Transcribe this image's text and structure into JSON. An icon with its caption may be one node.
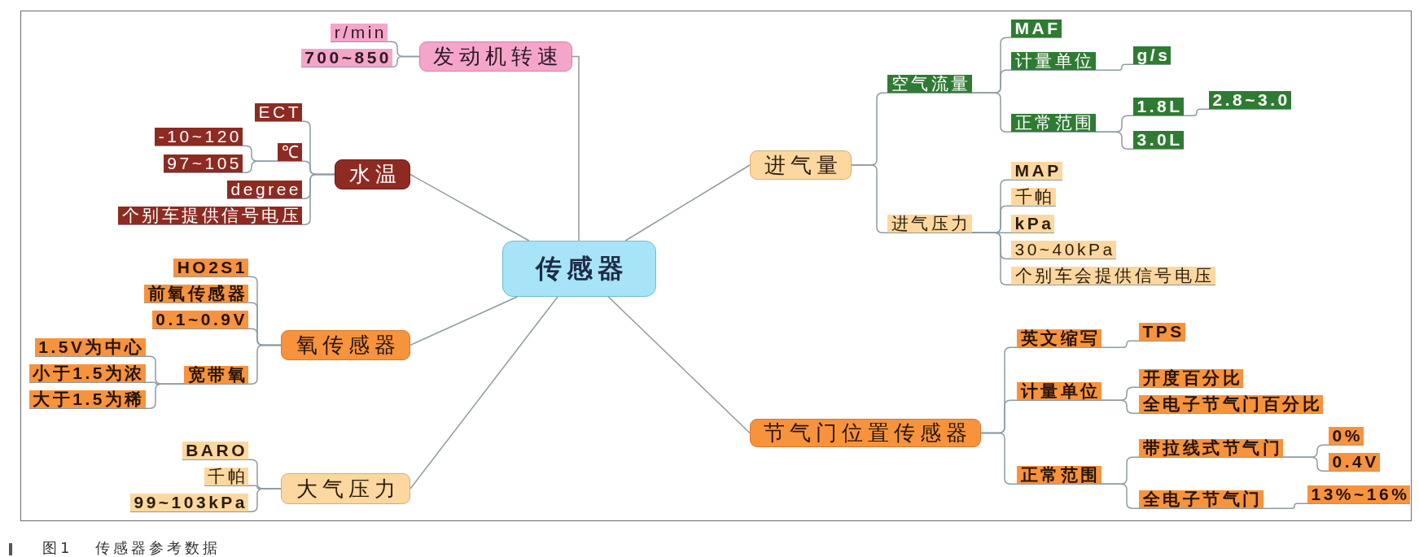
{
  "diagram": {
    "nodes": [
      {
        "text": [
          "传感器"
        ]
      },
      {
        "text": [
          "发动机转速"
        ]
      },
      {
        "text": [
          "r/min"
        ]
      },
      {
        "text": [
          "700~850"
        ]
      },
      {
        "text": [
          "水温"
        ]
      },
      {
        "text": [
          "ECT"
        ]
      },
      {
        "text": [
          "℃"
        ]
      },
      {
        "text": [
          "-10~120"
        ]
      },
      {
        "text": [
          "97~105"
        ]
      },
      {
        "text": [
          "degree"
        ]
      },
      {
        "text": [
          "个别车提供信号电压"
        ]
      },
      {
        "text": [
          "氧传感器"
        ]
      },
      {
        "text": [
          "HO2S1"
        ]
      },
      {
        "text": [
          "前氧传感器"
        ]
      },
      {
        "text": [
          "0.1~0.9V"
        ]
      },
      {
        "text": [
          "宽带氧"
        ]
      },
      {
        "text": [
          "1.5V为中心"
        ]
      },
      {
        "text": [
          "小于1.5为浓"
        ]
      },
      {
        "text": [
          "大于1.5为稀"
        ]
      },
      {
        "text": [
          "大气压力"
        ]
      },
      {
        "text": [
          "BARO"
        ]
      },
      {
        "text": [
          "千帕"
        ]
      },
      {
        "text": [
          "99~103kPa"
        ]
      },
      {
        "text": [
          "进气量"
        ]
      },
      {
        "text": [
          "空气流量"
        ]
      },
      {
        "text": [
          "MAF"
        ]
      },
      {
        "text": [
          "计量单位"
        ]
      },
      {
        "text": [
          "g/s"
        ]
      },
      {
        "text": [
          "正常范围"
        ]
      },
      {
        "text": [
          "1.8L"
        ]
      },
      {
        "text": [
          "2.8~3.0"
        ]
      },
      {
        "text": [
          "3.0L"
        ]
      },
      {
        "text": [
          "进气压力"
        ]
      },
      {
        "text": [
          "MAP"
        ]
      },
      {
        "text": [
          "千帕"
        ]
      },
      {
        "text": [
          "kPa"
        ]
      },
      {
        "text": [
          "30~40kPa"
        ]
      },
      {
        "text": [
          "个别车会提供信号电压"
        ]
      },
      {
        "text": [
          "节气门位置传感器"
        ]
      },
      {
        "text": [
          "英文缩写"
        ]
      },
      {
        "text": [
          "TPS"
        ]
      },
      {
        "text": [
          "计量单位"
        ]
      },
      {
        "text": [
          "开度百分比"
        ]
      },
      {
        "text": [
          "全电子节气门百分比"
        ]
      },
      {
        "text": [
          "正常范围"
        ]
      },
      {
        "text": [
          "带拉线式节气门"
        ]
      },
      {
        "text": [
          "0%"
        ]
      },
      {
        "text": [
          "0.4V"
        ]
      },
      {
        "text": [
          "全电子节气门"
        ]
      },
      {
        "text": [
          "13%~16%"
        ]
      }
    ],
    "edges": [
      {
        "from": 0,
        "to": 1,
        "arrow": "none"
      },
      {
        "from": 1,
        "to": 2,
        "arrow": "none"
      },
      {
        "from": 1,
        "to": 3,
        "arrow": "none"
      },
      {
        "from": 0,
        "to": 4,
        "arrow": "none"
      },
      {
        "from": 4,
        "to": 5,
        "arrow": "none"
      },
      {
        "from": 4,
        "to": 6,
        "arrow": "none"
      },
      {
        "from": 6,
        "to": 7,
        "arrow": "none"
      },
      {
        "from": 6,
        "to": 8,
        "arrow": "none"
      },
      {
        "from": 4,
        "to": 9,
        "arrow": "none"
      },
      {
        "from": 4,
        "to": 10,
        "arrow": "none"
      },
      {
        "from": 0,
        "to": 11,
        "arrow": "none"
      },
      {
        "from": 11,
        "to": 12,
        "arrow": "none"
      },
      {
        "from": 11,
        "to": 13,
        "arrow": "none"
      },
      {
        "from": 11,
        "to": 14,
        "arrow": "none"
      },
      {
        "from": 11,
        "to": 15,
        "arrow": "none"
      },
      {
        "from": 15,
        "to": 16,
        "arrow": "none"
      },
      {
        "from": 15,
        "to": 17,
        "arrow": "none"
      },
      {
        "from": 15,
        "to": 18,
        "arrow": "none"
      },
      {
        "from": 0,
        "to": 19,
        "arrow": "none"
      },
      {
        "from": 19,
        "to": 20,
        "arrow": "none"
      },
      {
        "from": 19,
        "to": 21,
        "arrow": "none"
      },
      {
        "from": 19,
        "to": 22,
        "arrow": "none"
      },
      {
        "from": 0,
        "to": 23,
        "arrow": "none"
      },
      {
        "from": 23,
        "to": 24,
        "arrow": "none"
      },
      {
        "from": 24,
        "to": 25,
        "arrow": "none"
      },
      {
        "from": 24,
        "to": 26,
        "arrow": "none"
      },
      {
        "from": 26,
        "to": 27,
        "arrow": "none"
      },
      {
        "from": 24,
        "to": 28,
        "arrow": "none"
      },
      {
        "from": 28,
        "to": 29,
        "arrow": "none"
      },
      {
        "from": 29,
        "to": 30,
        "arrow": "none"
      },
      {
        "from": 28,
        "to": 31,
        "arrow": "none"
      },
      {
        "from": 23,
        "to": 32,
        "arrow": "none"
      },
      {
        "from": 32,
        "to": 33,
        "arrow": "none"
      },
      {
        "from": 32,
        "to": 34,
        "arrow": "none"
      },
      {
        "from": 32,
        "to": 35,
        "arrow": "none"
      },
      {
        "from": 32,
        "to": 36,
        "arrow": "none"
      },
      {
        "from": 32,
        "to": 37,
        "arrow": "none"
      },
      {
        "from": 0,
        "to": 38,
        "arrow": "none"
      },
      {
        "from": 38,
        "to": 39,
        "arrow": "none"
      },
      {
        "from": 39,
        "to": 40,
        "arrow": "none"
      },
      {
        "from": 38,
        "to": 41,
        "arrow": "none"
      },
      {
        "from": 41,
        "to": 42,
        "arrow": "none"
      },
      {
        "from": 41,
        "to": 43,
        "arrow": "none"
      },
      {
        "from": 38,
        "to": 44,
        "arrow": "none"
      },
      {
        "from": 44,
        "to": 45,
        "arrow": "none"
      },
      {
        "from": 45,
        "to": 46,
        "arrow": "none"
      },
      {
        "from": 45,
        "to": 47,
        "arrow": "none"
      },
      {
        "from": 44,
        "to": 48,
        "arrow": "none"
      },
      {
        "from": 48,
        "to": 49,
        "arrow": "none"
      }
    ],
    "caption": "图1 传感器参考数据"
  }
}
